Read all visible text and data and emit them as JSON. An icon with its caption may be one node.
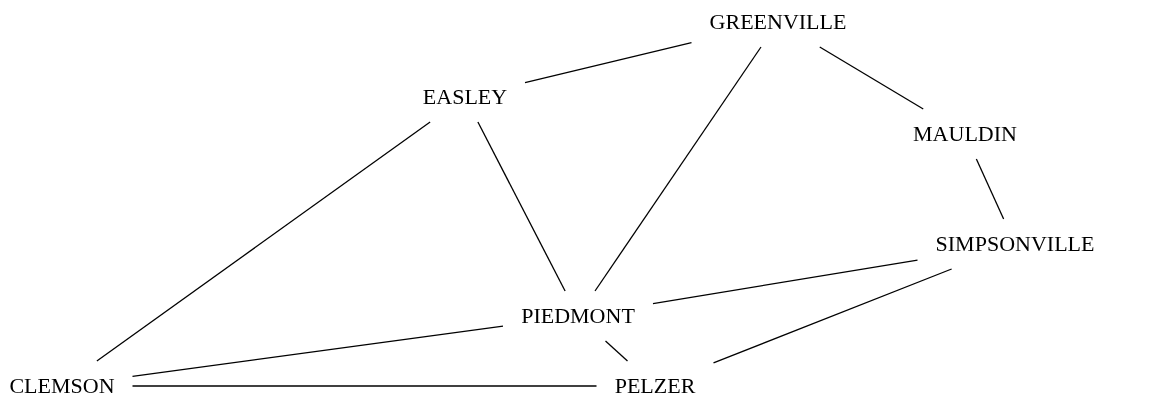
{
  "diagram": {
    "nodes": [
      {
        "text": [
          "GREENVILLE"
        ]
      },
      {
        "text": [
          "EASLEY"
        ]
      },
      {
        "text": [
          "MAULDIN"
        ]
      },
      {
        "text": [
          "SIMPSONVILLE"
        ]
      },
      {
        "text": [
          "PIEDMONT"
        ]
      },
      {
        "text": [
          "CLEMSON"
        ]
      },
      {
        "text": [
          "PELZER"
        ]
      }
    ],
    "edges": [
      {
        "from": 1,
        "to": 0,
        "arrow": "none"
      },
      {
        "from": 0,
        "to": 2,
        "arrow": "none"
      },
      {
        "from": 0,
        "to": 4,
        "arrow": "none"
      },
      {
        "from": 1,
        "to": 4,
        "arrow": "none"
      },
      {
        "from": 1,
        "to": 5,
        "arrow": "none"
      },
      {
        "from": 2,
        "to": 3,
        "arrow": "none"
      },
      {
        "from": 3,
        "to": 4,
        "arrow": "none"
      },
      {
        "from": 3,
        "to": 6,
        "arrow": "none"
      },
      {
        "from": 4,
        "to": 5,
        "arrow": "none"
      },
      {
        "from": 4,
        "to": 6,
        "arrow": "none"
      },
      {
        "from": 5,
        "to": 6,
        "arrow": "none"
      }
    ]
  }
}
